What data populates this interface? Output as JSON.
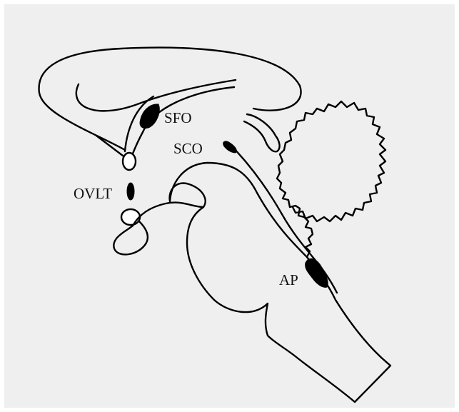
{
  "labels": {
    "sfo": "SFO",
    "sco": "SCO",
    "ovlt": "OVLT",
    "ap": "AP"
  },
  "colors": {
    "panel_background": "#efefef",
    "line": "#000000",
    "organ_fill": "#000000"
  }
}
